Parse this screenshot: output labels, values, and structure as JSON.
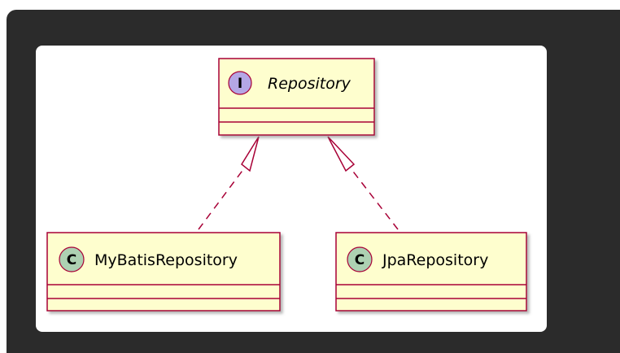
{
  "diagram": {
    "type": "uml-class",
    "colors": {
      "frame_bg": "#2b2b2b",
      "canvas_bg": "#ffffff",
      "class_fill": "#fefece",
      "class_border": "#a80036",
      "interface_badge": "#b4a7e5",
      "class_badge": "#add1b2",
      "relation_line": "#a80036"
    },
    "nodes": [
      {
        "id": "repository",
        "kind": "interface",
        "badge": "I",
        "name": "Repository"
      },
      {
        "id": "mybatis",
        "kind": "class",
        "badge": "C",
        "name": "MyBatisRepository"
      },
      {
        "id": "jpa",
        "kind": "class",
        "badge": "C",
        "name": "JpaRepository"
      }
    ],
    "relations": [
      {
        "from": "mybatis",
        "to": "repository",
        "type": "realization",
        "style": "dashed",
        "arrowhead": "hollow-triangle"
      },
      {
        "from": "jpa",
        "to": "repository",
        "type": "realization",
        "style": "dashed",
        "arrowhead": "hollow-triangle"
      }
    ]
  }
}
